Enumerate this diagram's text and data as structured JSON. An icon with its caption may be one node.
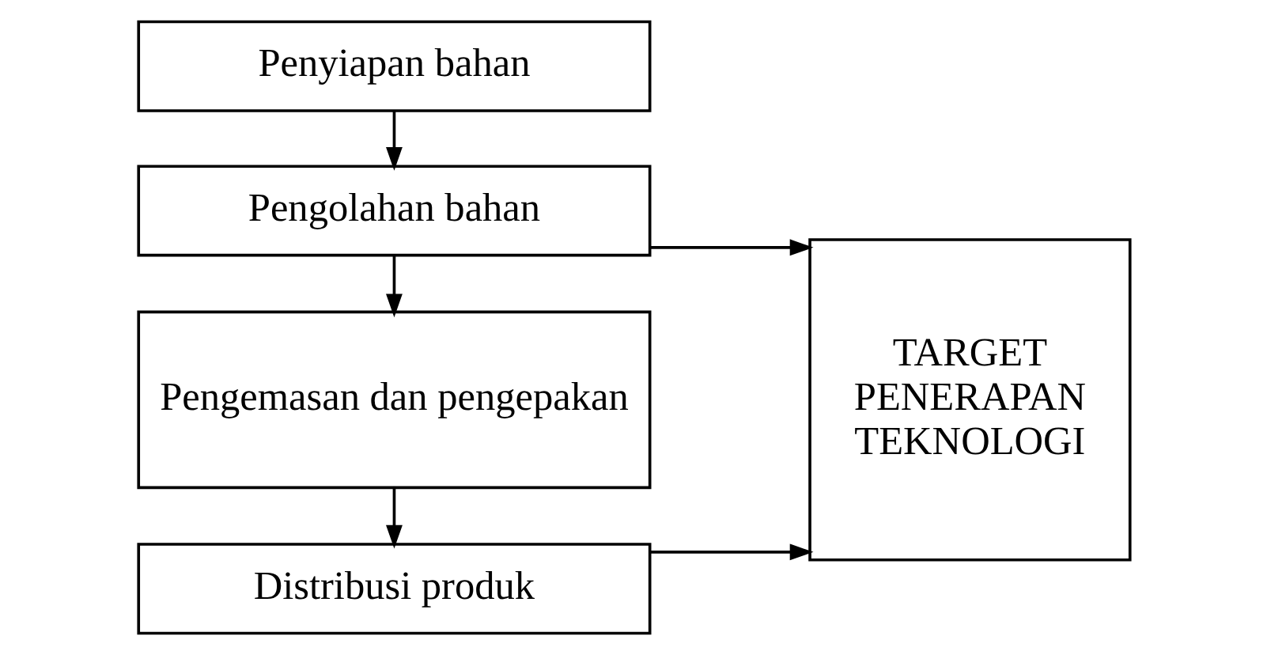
{
  "diagram": {
    "nodes": [
      {
        "text": [
          "Penyiapan bahan"
        ]
      },
      {
        "text": [
          "Pengolahan bahan"
        ]
      },
      {
        "text": [
          "Pengemasan dan pengepakan"
        ]
      },
      {
        "text": [
          "Distribusi produk"
        ]
      },
      {
        "text": [
          "TARGET PENERAPAN TEKNOLOGI"
        ]
      }
    ],
    "edges": [
      {
        "from": 0,
        "to": 1,
        "arrow": "to"
      },
      {
        "from": 1,
        "to": 2,
        "arrow": "to"
      },
      {
        "from": 2,
        "to": 3,
        "arrow": "to"
      },
      {
        "from": 1,
        "to": 4,
        "arrow": "to"
      },
      {
        "from": 3,
        "to": 4,
        "arrow": "to"
      }
    ]
  }
}
